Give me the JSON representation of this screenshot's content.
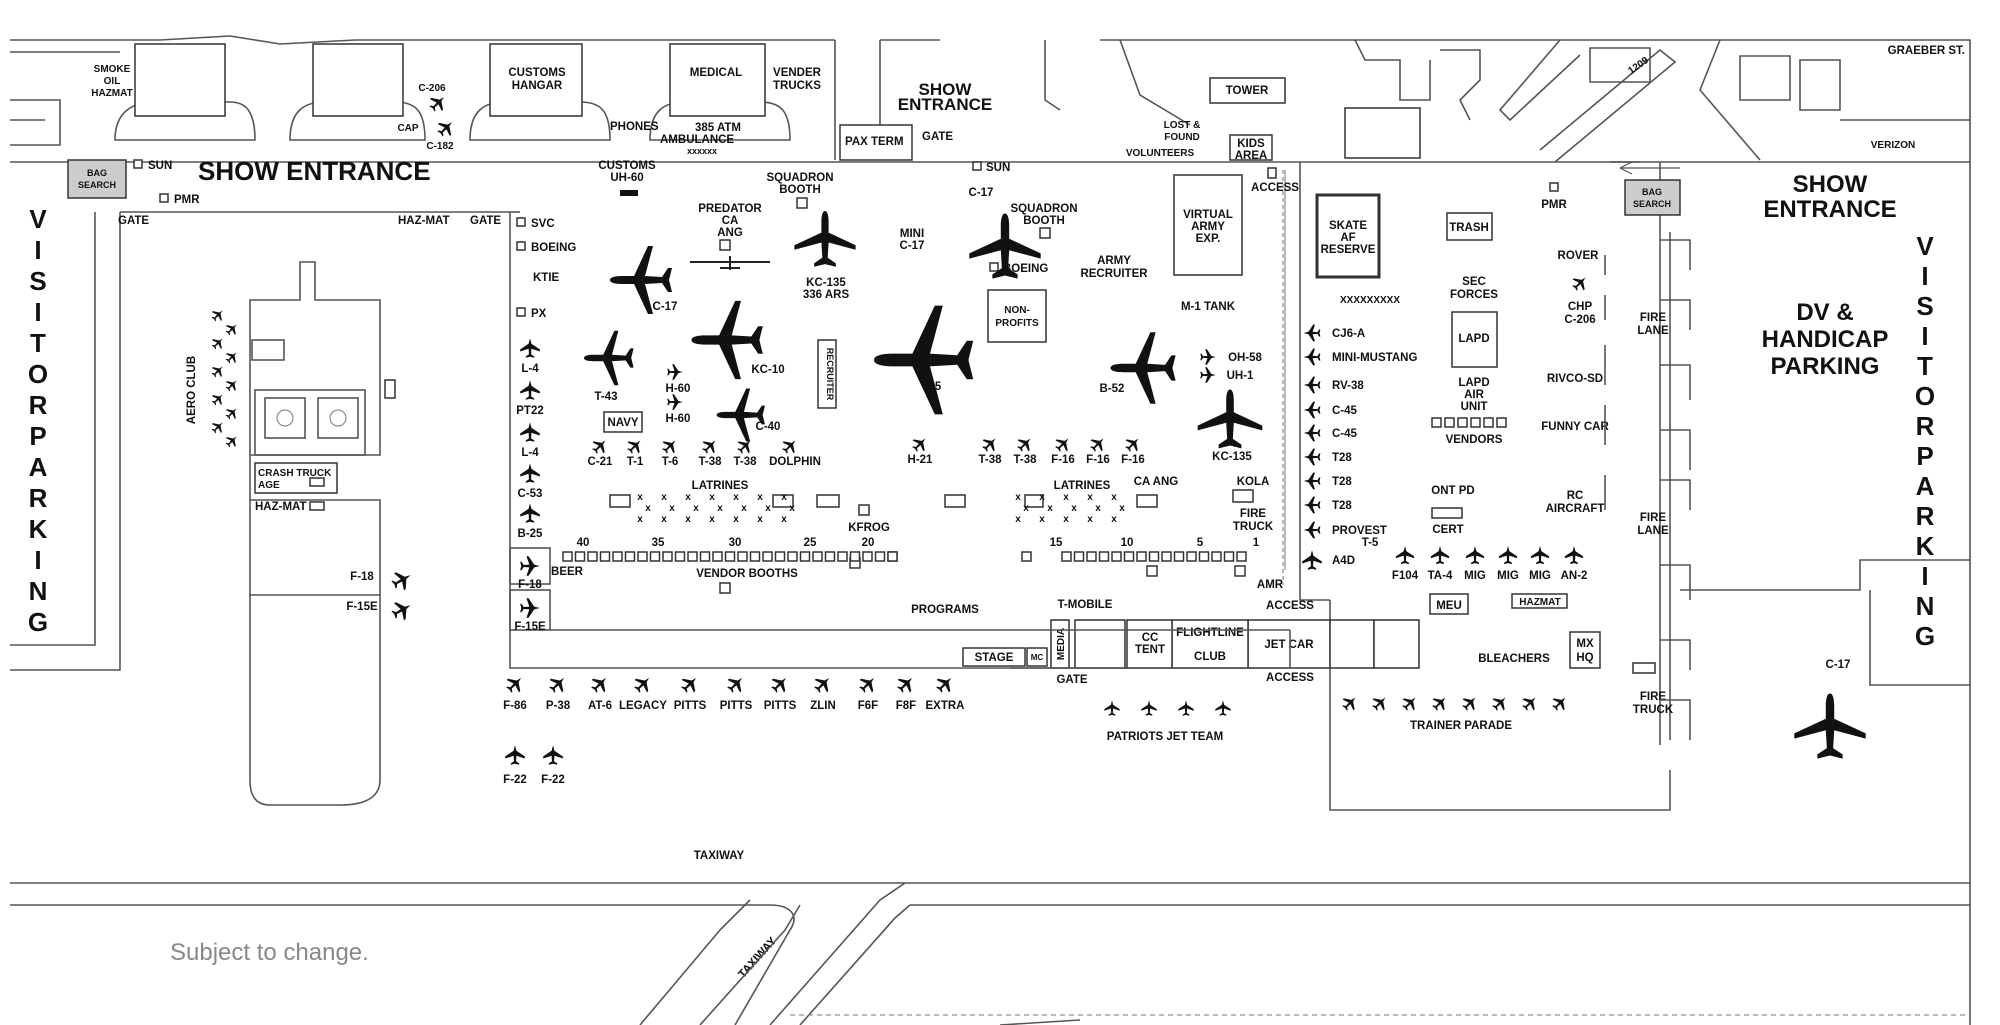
{
  "map": {
    "note": "Subject to change.",
    "road": "GRAEBER ST.",
    "show_entrance": [
      "SHOW ENTRANCE",
      "SHOW",
      "ENTRANCE",
      "SHOW",
      "ENTRANCE"
    ],
    "visitor_parking_left": [
      "V",
      "I",
      "S",
      "I",
      "T",
      "O",
      "R",
      "P",
      "A",
      "R",
      "K",
      "I",
      "N",
      "G"
    ],
    "visitor_parking_right": [
      "V",
      "I",
      "S",
      "I",
      "T",
      "O",
      "R",
      "P",
      "A",
      "R",
      "K",
      "I",
      "N",
      "G"
    ],
    "dv_parking": [
      "DV &",
      "HANDICAP",
      "PARKING"
    ],
    "labels": {
      "smoke": [
        "SMOKE",
        "OIL",
        "HAZMAT"
      ],
      "customs_hangar": [
        "CUSTOMS",
        "HANGAR"
      ],
      "medical": "MEDICAL",
      "vender_trucks": [
        "VENDER",
        "TRUCKS"
      ],
      "phones": "PHONES",
      "atm": "385 ATM",
      "ambulance": "AMBULANCE",
      "xs6": "xxxxxx",
      "pax_term": "PAX TERM",
      "gate": "GATE",
      "tower": "TOWER",
      "lost_found": [
        "LOST &",
        "FOUND"
      ],
      "kids_area": [
        "KIDS",
        "AREA"
      ],
      "volunteers": "VOLUNTEERS",
      "verizon": "VERIZON",
      "n1209": "1209",
      "bag_search": [
        "BAG",
        "SEARCH"
      ],
      "sun": "SUN",
      "pmr": "PMR",
      "c206": "C-206",
      "cap": "CAP",
      "c182": "C-182",
      "customs_uh60": [
        "CUSTOMS",
        "UH-60"
      ],
      "squadron_booth": [
        "SQUADRON",
        "BOOTH"
      ],
      "predator": [
        "PREDATOR",
        "CA",
        "ANG"
      ],
      "kc135_336": [
        "KC-135",
        "336 ARS"
      ],
      "mini_c17": [
        "MINI",
        "C-17"
      ],
      "c17": "C-17",
      "boeing": "BOEING",
      "non_profits": [
        "NON-",
        "PROFITS"
      ],
      "army_recruiter": [
        "ARMY",
        "RECRUITER"
      ],
      "virtual_army": [
        "VIRTUAL",
        "ARMY",
        "EXP."
      ],
      "m1_tank": "M-1 TANK",
      "access": "ACCESS",
      "skate": [
        "SKATE",
        "AF",
        "RESERVE"
      ],
      "trash": "TRASH",
      "sec_forces": [
        "SEC",
        "FORCES"
      ],
      "lapd": "LAPD",
      "lapd_air": [
        "LAPD",
        "AIR",
        "UNIT"
      ],
      "vendors": "VENDORS",
      "rover": "ROVER",
      "chp": [
        "CHP",
        "C-206"
      ],
      "rivco": "RIVCO-SD",
      "funny_car": "FUNNY CAR",
      "rc_aircraft": [
        "RC",
        "AIRCRAFT"
      ],
      "fire_lane": [
        "FIRE",
        "LANE"
      ],
      "fire_truck": [
        "FIRE",
        "TRUCK"
      ],
      "ont_pd": "ONT PD",
      "cert": "CERT",
      "meu": "MEU",
      "hazmat": "HAZMAT",
      "mx_hq": [
        "MX",
        "HQ"
      ],
      "bleachers": "BLEACHERS",
      "jet_car": "JET CAR",
      "flightline": [
        "FLIGHTLINE",
        "CLUB"
      ],
      "cc_tent": [
        "CC",
        "TENT"
      ],
      "media": "MEDIA",
      "stage": "STAGE",
      "mc": "MC",
      "t_mobile": "T-MOBILE",
      "programs": "PROGRAMS",
      "amr": "AMR",
      "kola": "KOLA",
      "ca_ang": "CA ANG",
      "latrines": "LATRINES",
      "kfrog": "KFROG",
      "vendor_booths": "VENDOR BOOTHS",
      "beer": "BEER",
      "recruiter": "RECRUITER",
      "navy": "NAVY",
      "svc": "SVC",
      "ktie": "KTIE",
      "px": "PX",
      "haz_mat": "HAZ-MAT",
      "aero_club": "AERO CLUB",
      "crash_truck": [
        "CRASH TRUCK",
        "AGE"
      ],
      "patriots": "PATRIOTS JET TEAM",
      "trainer_parade": "TRAINER PARADE",
      "taxiway": "TAXIWAY",
      "xxxxxxxxx": "XXXXXXXXX"
    },
    "aircraft_top": [
      "C-17",
      "KC-10",
      "C-5",
      "B-52",
      "KC-135",
      "T-43",
      "H-60",
      "H-60",
      "C-40",
      "OH-58",
      "UH-1"
    ],
    "static_row": [
      "C-21",
      "T-1",
      "T-6",
      "T-38",
      "T-38",
      "DOLPHIN"
    ],
    "static_row2": [
      "H-21",
      "T-38",
      "T-38",
      "F-16",
      "F-16",
      "F-16"
    ],
    "left_column": [
      "L-4",
      "PT22",
      "L-4",
      "C-53",
      "B-25"
    ],
    "left_small": [
      "F-18",
      "F-15E"
    ],
    "far_left": [
      "F-18",
      "F-15E"
    ],
    "right_column": [
      "CJ6-A",
      "MINI-MUSTANG",
      "RV-38",
      "C-45",
      "C-45",
      "T28",
      "T28",
      "T28",
      "PROVEST T-5"
    ],
    "a4d": "A4D",
    "bottom_right_row": [
      "F104",
      "TA-4",
      "MIG",
      "MIG",
      "MIG",
      "AN-2"
    ],
    "bottom_row": [
      "F-86",
      "P-38",
      "AT-6",
      "LEGACY",
      "PITTS",
      "PITTS",
      "PITTS",
      "ZLIN",
      "F6F",
      "F8F",
      "EXTRA"
    ],
    "f22": [
      "F-22",
      "F-22"
    ],
    "vendor_numbers_left": [
      "40",
      "35",
      "30",
      "25",
      "20"
    ],
    "vendor_numbers_right": [
      "15",
      "10",
      "5",
      "1"
    ]
  }
}
